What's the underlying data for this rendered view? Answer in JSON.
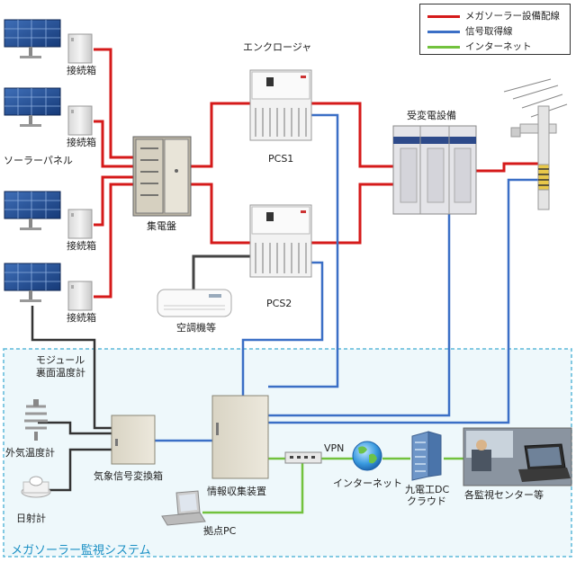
{
  "legend": {
    "items": [
      {
        "label": "メガソーラー設備配線",
        "color": "#d51a1a"
      },
      {
        "label": "信号取得線",
        "color": "#3b6fc6"
      },
      {
        "label": "インターネット",
        "color": "#72c23d"
      }
    ]
  },
  "labels": {
    "junction_box": "接続箱",
    "solar_panel": "ソーラーパネル",
    "collector_panel": "集電盤",
    "enclosure": "エンクロージャ",
    "pcs1": "PCS1",
    "pcs2": "PCS2",
    "air_conditioner": "空調機等",
    "substation": "受変電設備",
    "module_temp_line1": "モジュール",
    "module_temp_line2": "裏面温度計",
    "outside_temp": "外気温度計",
    "pyranometer": "日射計",
    "weather_converter": "気象信号変換箱",
    "data_collector": "情報収集装置",
    "base_pc": "拠点PC",
    "vpn": "VPN",
    "internet": "インターネット",
    "cloud_line1": "九電工DC",
    "cloud_line2": "クラウド",
    "monitoring_centers": "各監視センター等",
    "system_title": "メガソーラー監視システム"
  },
  "colors": {
    "power": "#d51a1a",
    "signal": "#3b6fc6",
    "internet": "#72c23d",
    "control": "#444444",
    "system_border": "#5bb8d9",
    "system_fill": "#eef8fb"
  }
}
